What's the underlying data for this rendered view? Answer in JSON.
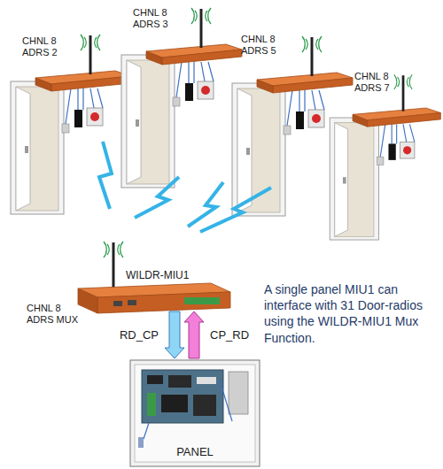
{
  "diagram": {
    "caption": "A single panel MIU1 can interface with 31 Door-radios using the WILDR-MIU1 Mux Function.",
    "nodes": [
      {
        "text": [
          "CHNL 8 ADRS 2"
        ]
      },
      {
        "text": [
          "CHNL 8 ADRS 3"
        ]
      },
      {
        "text": [
          "CHNL 8 ADRS 5"
        ]
      },
      {
        "text": [
          "CHNL 8 ADRS 7"
        ]
      },
      {
        "text": [
          "WILDR-MIU1",
          "CHNL 8 ADRS MUX"
        ]
      },
      {
        "text": [
          "PANEL"
        ]
      }
    ],
    "edges": [
      {
        "from": 4,
        "to": 5,
        "arrow": "to",
        "label": "RD_CP"
      },
      {
        "from": 5,
        "to": 4,
        "arrow": "to",
        "label": "CP_RD"
      }
    ]
  }
}
